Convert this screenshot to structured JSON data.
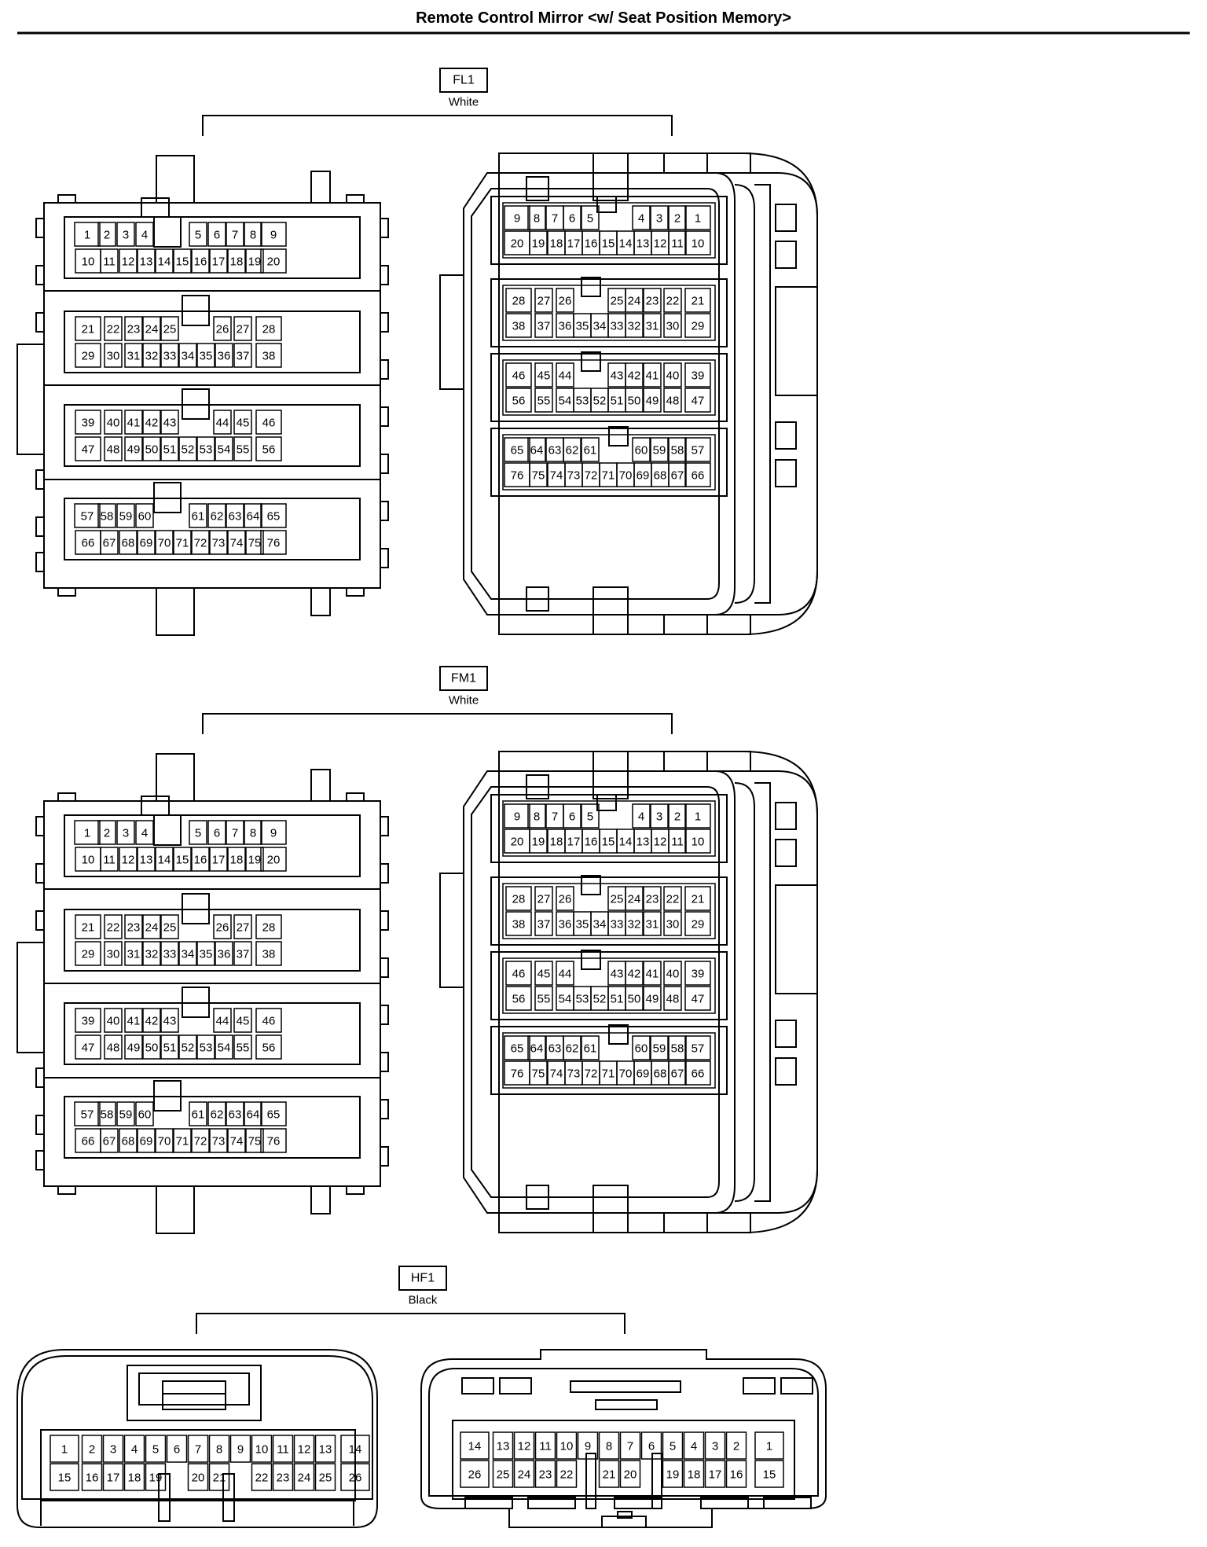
{
  "title": "Remote Control Mirror <w/ Seat Position Memory>",
  "connectors": [
    {
      "code": "FL1",
      "color": "White",
      "pins": 76
    },
    {
      "code": "FM1",
      "color": "White",
      "pins": 76
    },
    {
      "code": "HF1",
      "color": "Black",
      "pins": 26
    }
  ]
}
